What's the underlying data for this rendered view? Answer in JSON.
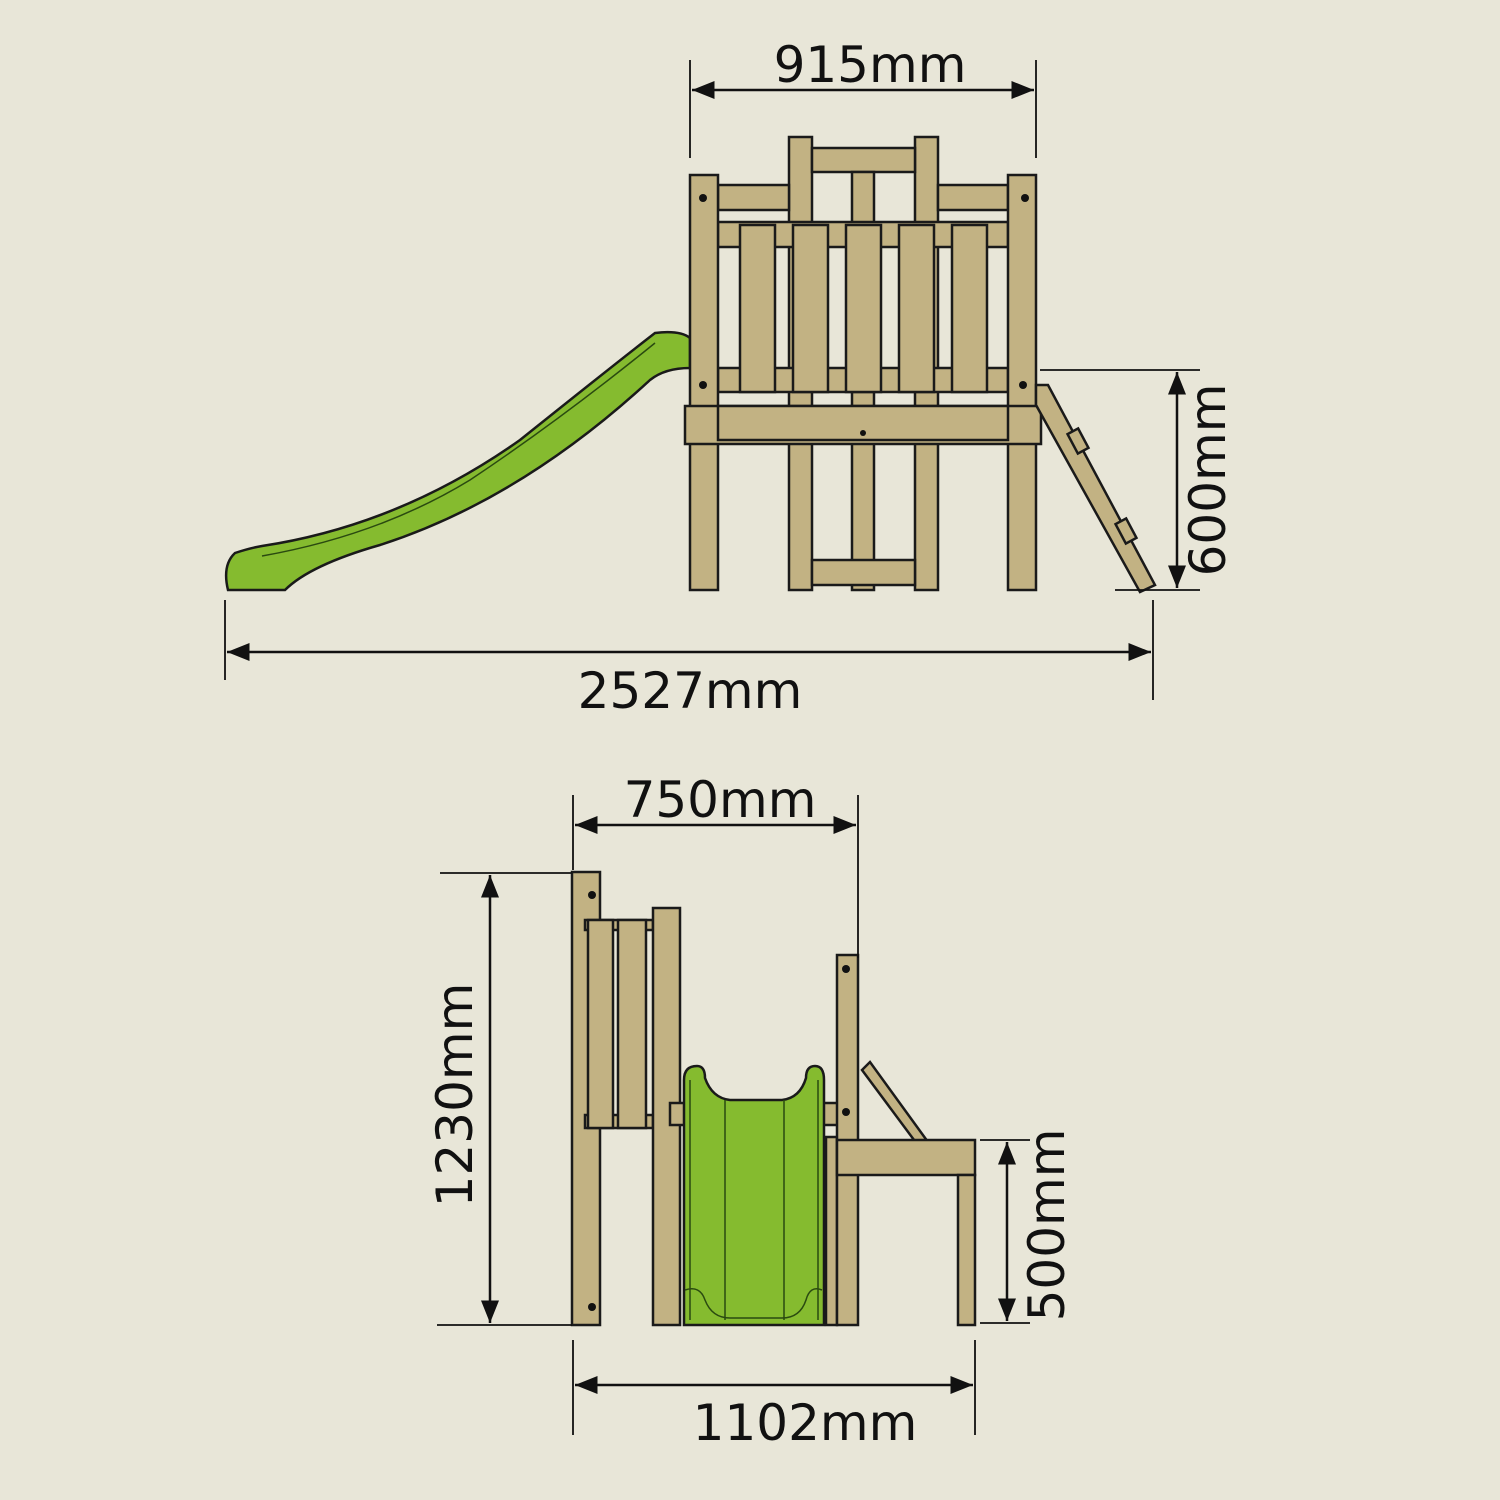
{
  "dimensions": {
    "front_width": "915mm",
    "total_length": "2527mm",
    "platform_height_front": "600mm",
    "side_depth": "750mm",
    "total_height": "1230mm",
    "platform_height_side": "500mm",
    "side_width": "1102mm"
  },
  "colors": {
    "background": "#e8e6d8",
    "wood": "#c2b283",
    "slide": "#85bb2f"
  }
}
